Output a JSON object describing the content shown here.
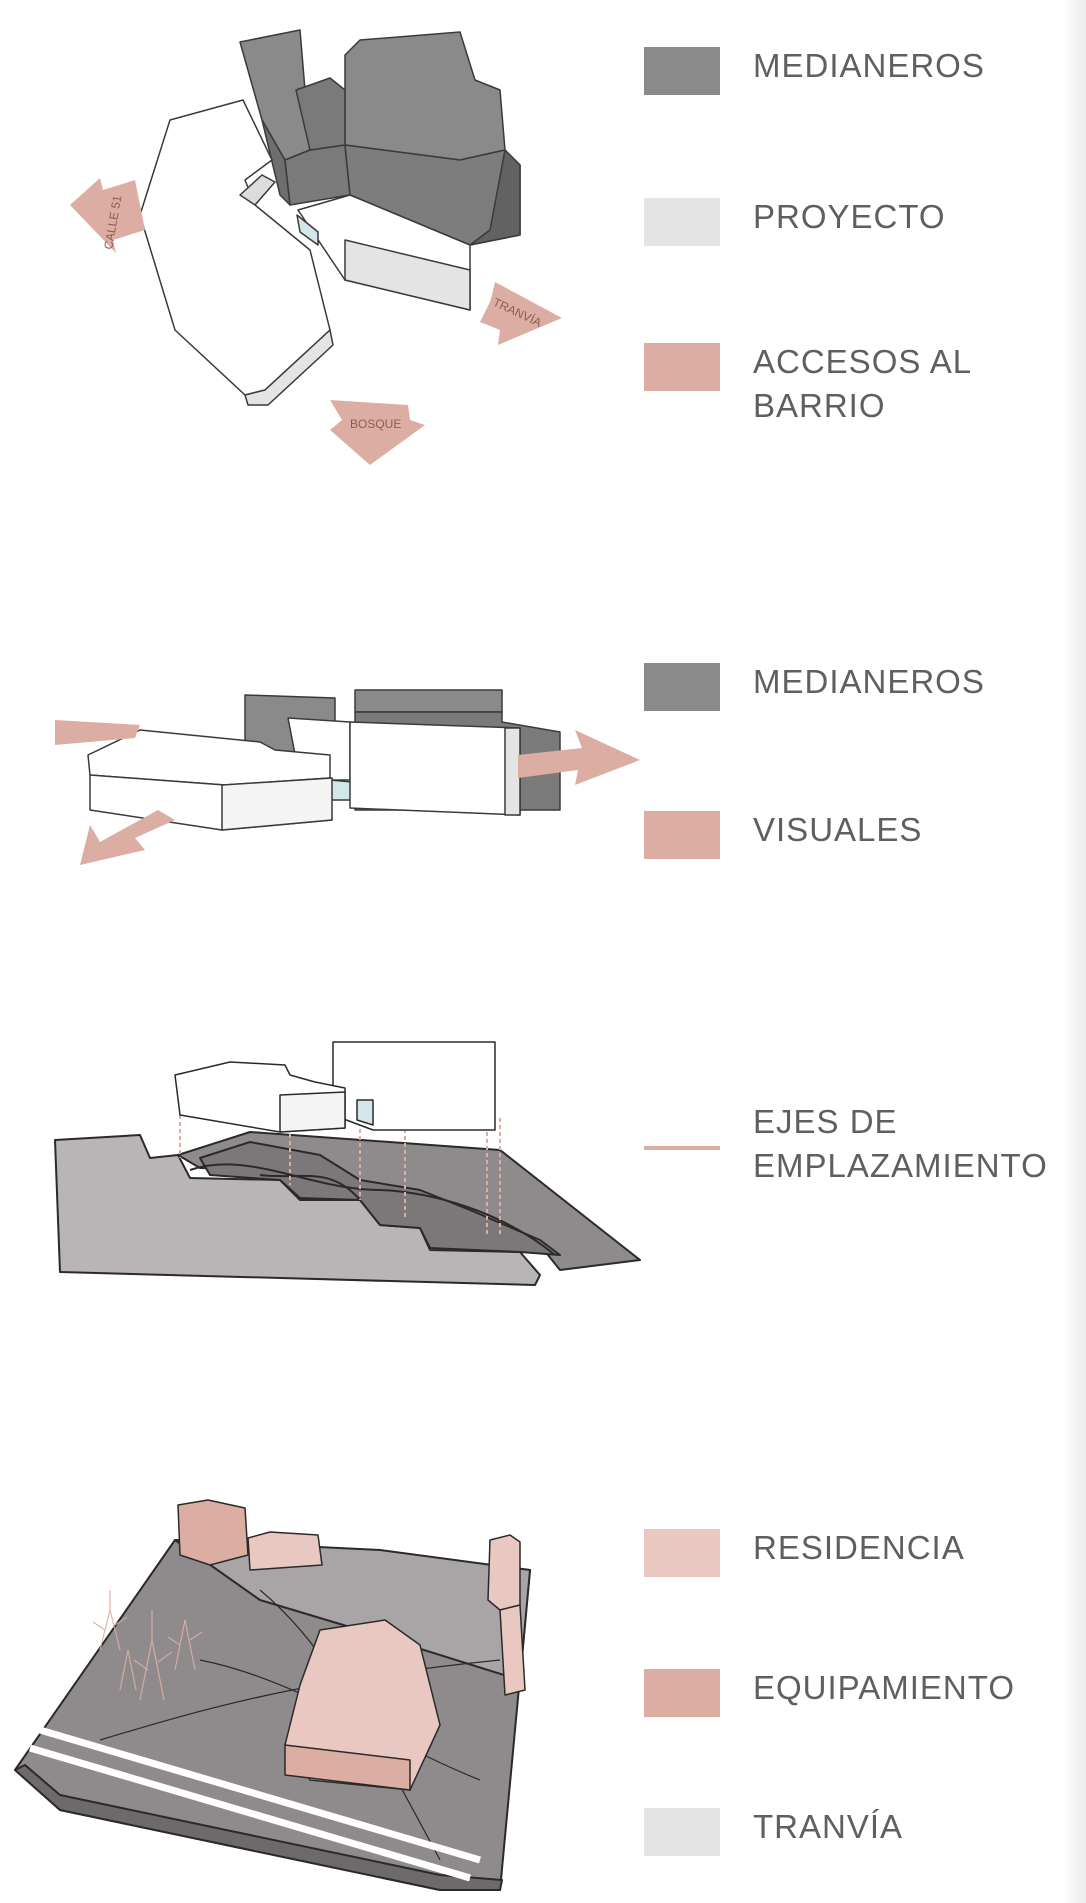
{
  "colors": {
    "medianeros": "#8a8a8b",
    "proyecto": "#e4e4e5",
    "accent": "#dcaea3",
    "residencia": "#eac8c2",
    "equipamiento": "#dcaea3",
    "tranvia": "#e4e4e5",
    "text": "#5f5f5f"
  },
  "diagram1": {
    "arrow_labels": {
      "calle": "CALLE 51",
      "tranvia": "TRANVÍA",
      "bosque": "BOSQUE"
    },
    "legend": [
      {
        "label": "MEDIANEROS",
        "swatch": "#8a8a8b"
      },
      {
        "label": "PROYECTO",
        "swatch": "#e4e4e5"
      },
      {
        "label": "ACCESOS AL BARRIO",
        "swatch": "#dcaea3"
      }
    ]
  },
  "diagram2": {
    "legend": [
      {
        "label": "MEDIANEROS",
        "swatch": "#8a8a8b"
      },
      {
        "label": "VISUALES",
        "swatch": "#dcaea3"
      }
    ]
  },
  "diagram3": {
    "legend": [
      {
        "label": "EJES DE\nEMPLAZAMIENTO",
        "swatch": "#dcaea3",
        "style": "line"
      }
    ]
  },
  "diagram4": {
    "legend": [
      {
        "label": "RESIDENCIA",
        "swatch": "#eac8c2"
      },
      {
        "label": "EQUIPAMIENTO",
        "swatch": "#dcaea3"
      },
      {
        "label": "TRANVÍA",
        "swatch": "#e4e4e5"
      }
    ]
  }
}
